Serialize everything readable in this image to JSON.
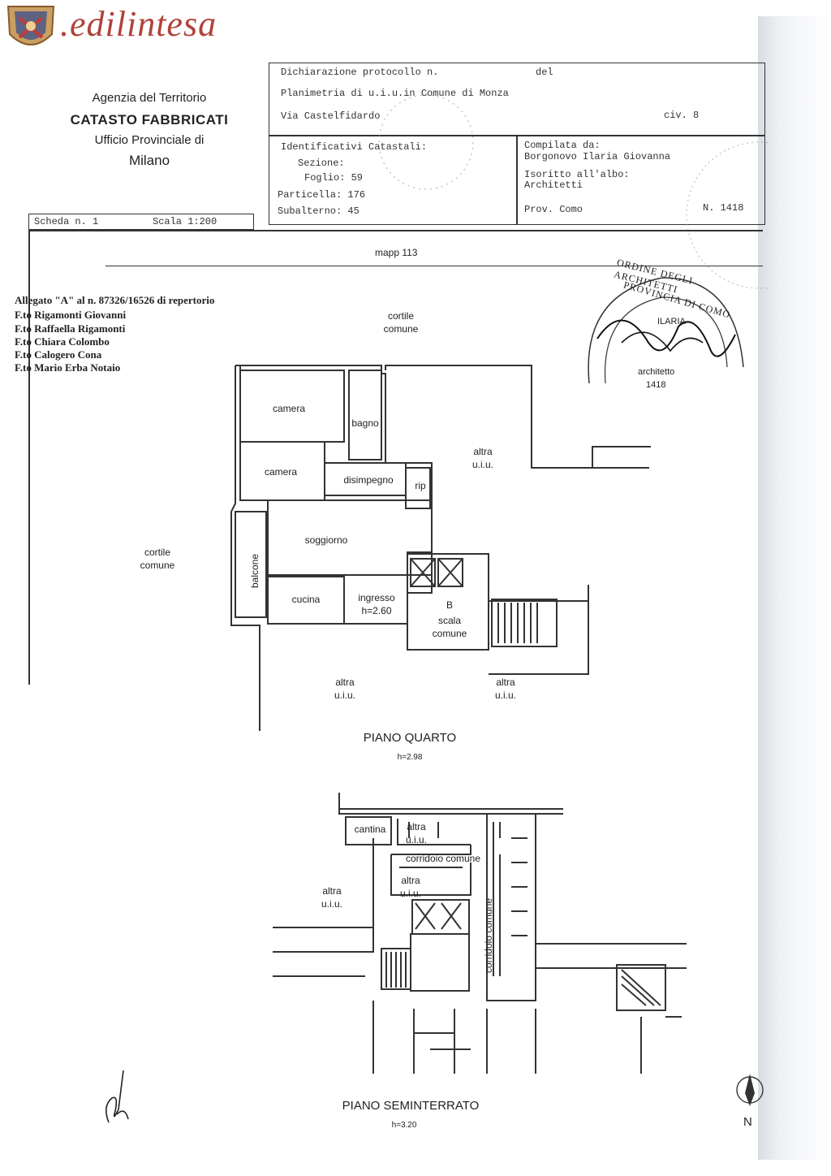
{
  "logo": {
    "text": ".edilintesa",
    "crest_icon": "crest-icon"
  },
  "agency": {
    "line1": "Agenzia del Territorio",
    "line2": "CATASTO FABBRICATI",
    "line3": "Ufficio Provinciale di",
    "line4": "Milano"
  },
  "header": {
    "dichiarazione": "Dichiarazione protocollo n.",
    "del": "del",
    "planimetria": "Planimetria di u.i.u.in Comune di Monza",
    "via": "Via Castelfidardo",
    "civ": "civ. 8",
    "identificativi": "Identificativi Catastali:",
    "sezione": "Sezione:",
    "foglio": "Foglio: 59",
    "particella": "Particella: 176",
    "subalterno": "Subalterno: 45",
    "compilata": "Compilata da:",
    "compilatore": "Borgonovo Ilaria Giovanna",
    "iscritto": "Isoritto all'albo:",
    "albo": "Architetti",
    "prov": "Prov. Como",
    "numero": "N. 1418",
    "scheda": "Scheda n. 1",
    "scala": "Scala 1:200"
  },
  "plan": {
    "mapp": "mapp 113",
    "allegato": [
      "Allegato \"A\" al n. 87326/16526 di repertorio",
      "F.to Rigamonti Giovanni",
      "F.to Raffaella Rigamonti",
      "F.to Chiara Colombo",
      "F.to Calogero Cona",
      "F.to Mario Erba Notaio"
    ],
    "stamp": {
      "ring_top": "ORDINE DEGLI ARCHITETTI",
      "provincia": "PROVINCIA DI COMO",
      "ilaria": "ILARIA",
      "architetto": "architetto",
      "numero": "1418"
    },
    "quarto": {
      "cortile_top": [
        "cortile",
        "comune"
      ],
      "cortile_left": [
        "cortile",
        "comune"
      ],
      "altra_right": [
        "altra",
        "u.i.u."
      ],
      "altra_bottom_left": [
        "altra",
        "u.i.u."
      ],
      "altra_bottom_right": [
        "altra",
        "u.i.u."
      ],
      "camera1": "camera",
      "bagno": "bagno",
      "camera2": "camera",
      "disimpegno": "disimpegno",
      "rip": "rip",
      "soggiorno": "soggiorno",
      "balcone": "balcone",
      "cucina": "cucina",
      "ingresso": "ingresso",
      "ingresso_h": "h=2.60",
      "scala_b": "B",
      "scala_comune": [
        "scala",
        "comune"
      ],
      "title": "PIANO QUARTO",
      "h": "h=2.98"
    },
    "seminterrato": {
      "cantina": "cantina",
      "altra_top": [
        "altra",
        "u.i.u."
      ],
      "corridoio_h": "corridoio comune",
      "altra_mid": [
        "altra",
        "u.i.u."
      ],
      "altra_left": [
        "altra",
        "u.i.u."
      ],
      "corridoio_v": "corridoio comune",
      "title": "PIANO SEMINTERRATO",
      "h": "h=3.20"
    },
    "north": "N"
  }
}
